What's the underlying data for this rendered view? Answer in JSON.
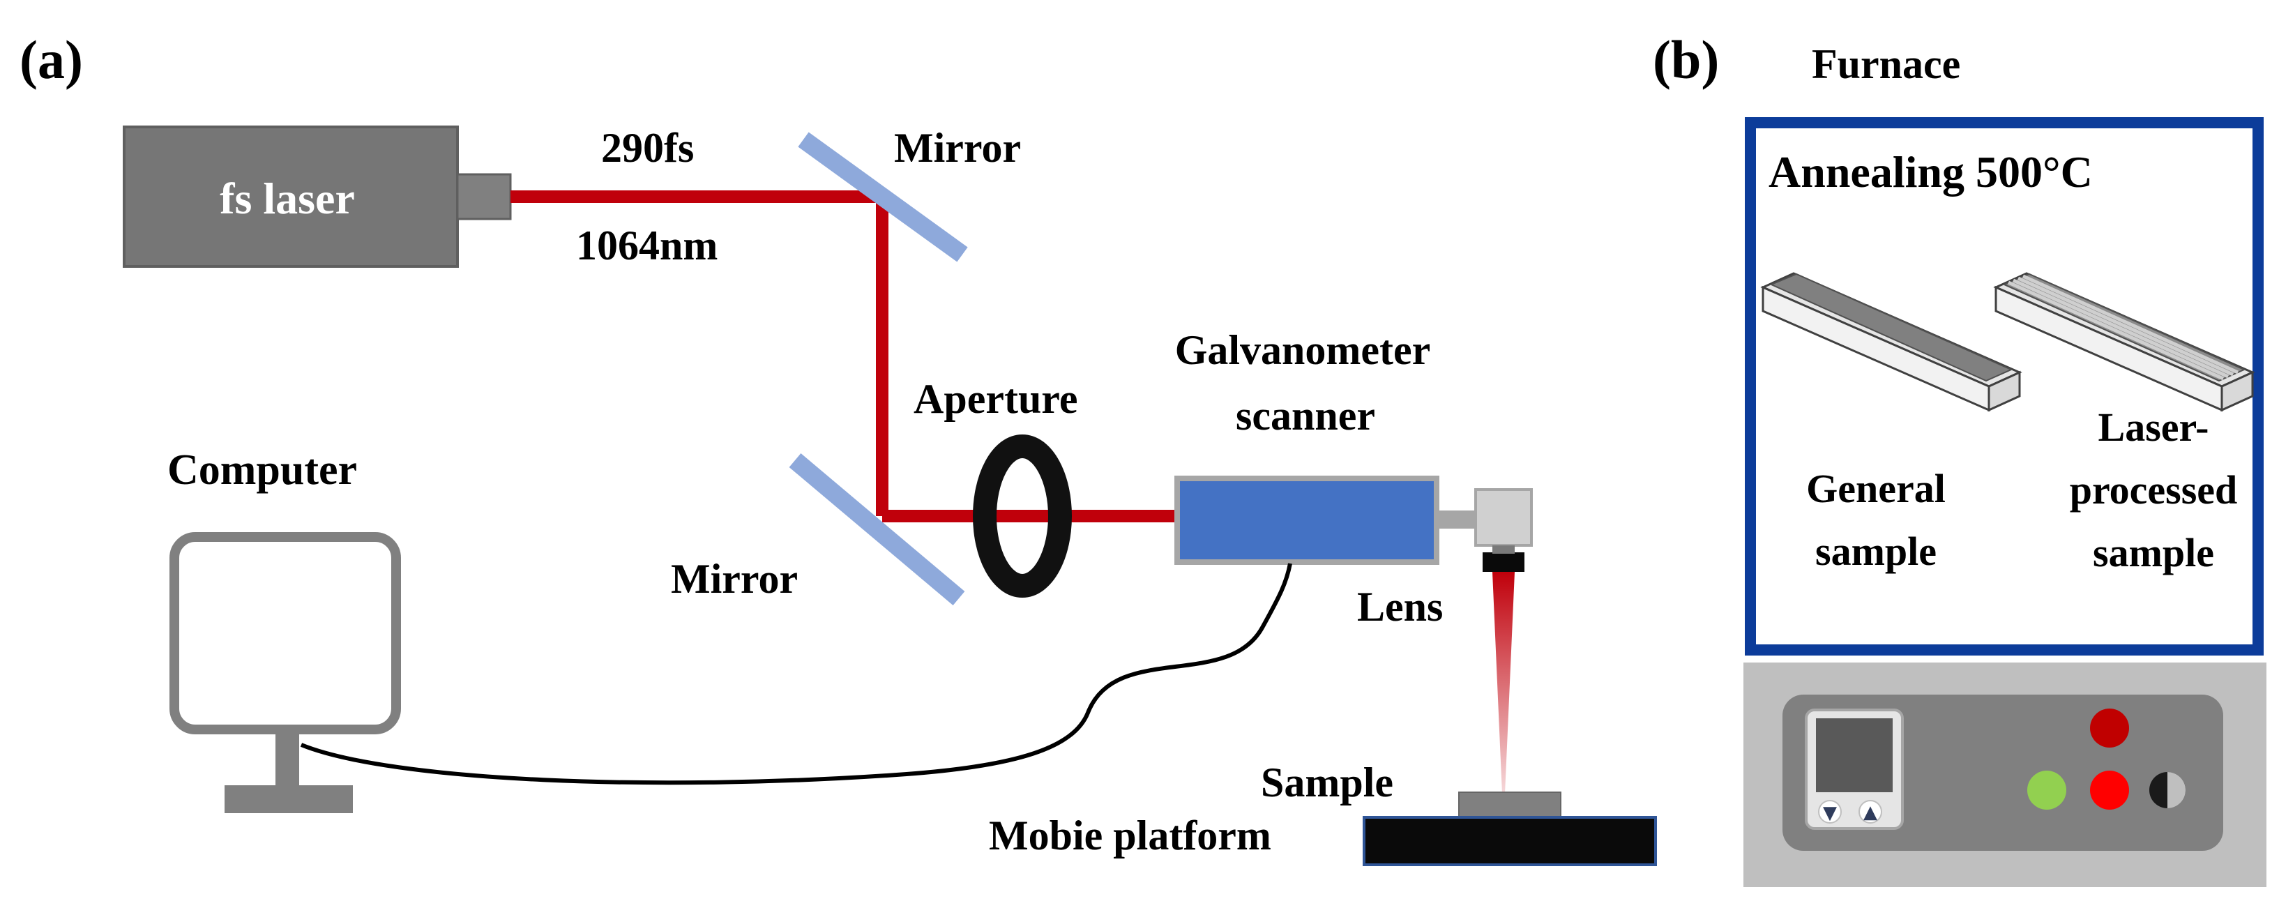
{
  "panel_a": {
    "tag": "(a)",
    "laser_label": "fs laser",
    "pulse_width": "290fs",
    "wavelength": "1064nm",
    "mirror_top_label": "Mirror",
    "mirror_bottom_label": "Mirror",
    "aperture_label": "Aperture",
    "galvo_line1": "Galvanometer",
    "galvo_line2": "scanner",
    "computer_label": "Computer",
    "lens_label": "Lens",
    "sample_label": "Sample",
    "platform_label": "Mobie platform"
  },
  "panel_b": {
    "tag": "(b)",
    "furnace_label": "Furnace",
    "annealing_label": "Annealing 500°C",
    "general_line1": "General",
    "general_line2": "sample",
    "laser_line1": "Laser-",
    "laser_line2": "processed",
    "laser_line3": "sample",
    "down_arrow": "▼",
    "up_arrow": "▲"
  },
  "colors": {
    "beam": "#c0000b",
    "laser_body": "#767676",
    "mirror": "#8ea9db",
    "galvo": "#4472c4",
    "furnace_border": "#0c3c9a",
    "furnace_panel": "#bfbfbf",
    "control_panel": "#808080",
    "button_red": "#ff0000",
    "button_dark_red": "#c00000",
    "button_green": "#92d050"
  }
}
